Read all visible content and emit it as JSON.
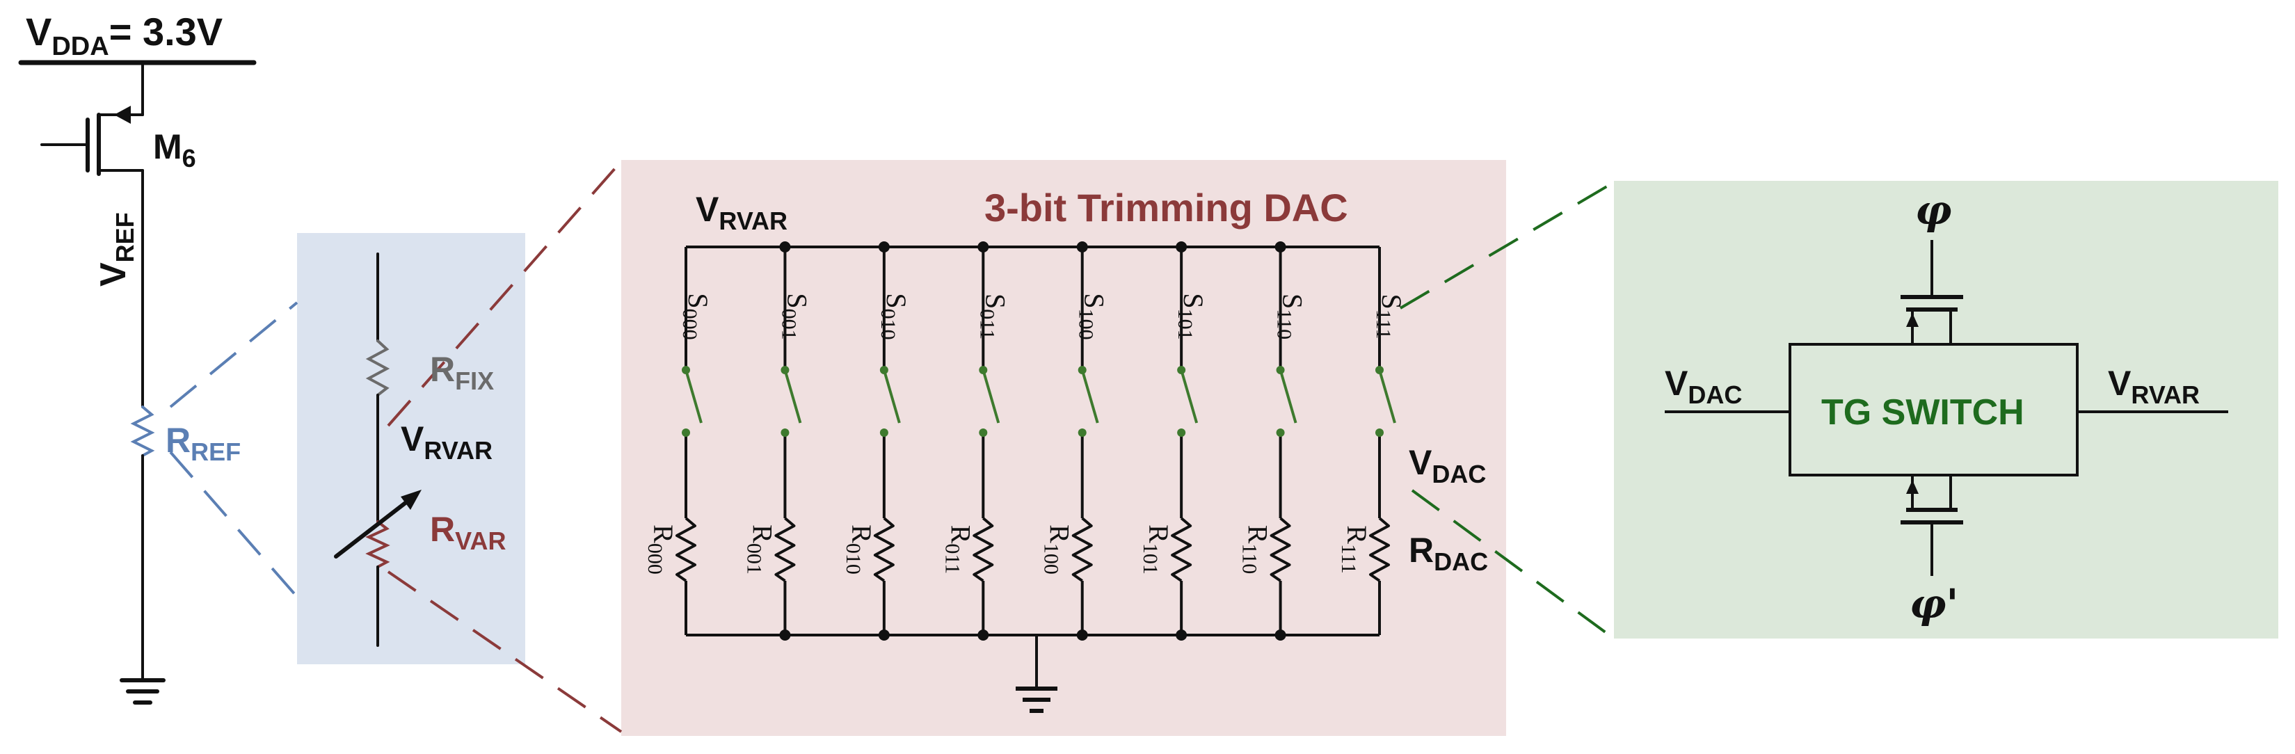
{
  "supply": {
    "main": "V",
    "sub": "DDA",
    "value": "= 3.3V"
  },
  "m6": {
    "main": "M",
    "sub": "6"
  },
  "vref": {
    "main": "V",
    "sub": "REF"
  },
  "rref": {
    "main": "R",
    "sub": "REF"
  },
  "zoom1": {
    "rfix": {
      "main": "R",
      "sub": "FIX"
    },
    "vrvar": {
      "main": "V",
      "sub": "RVAR"
    },
    "rvar": {
      "main": "R",
      "sub": "VAR"
    }
  },
  "dac": {
    "title": "3-bit Trimming DAC",
    "vrvar": {
      "main": "V",
      "sub": "RVAR"
    },
    "vdac": {
      "main": "V",
      "sub": "DAC"
    },
    "rdac": {
      "main": "R",
      "sub": "DAC"
    },
    "codes": [
      "000",
      "001",
      "010",
      "011",
      "100",
      "101",
      "110",
      "111"
    ],
    "switch_prefix": "S",
    "resistor_prefix": "R"
  },
  "tg": {
    "title": "TG SWITCH",
    "vdac": {
      "main": "V",
      "sub": "DAC"
    },
    "vrvar": {
      "main": "V",
      "sub": "RVAR"
    },
    "phi": "φ",
    "phi_bar": "φ'"
  },
  "colors": {
    "black": "#111111",
    "blue": "#5b7fb4",
    "blue_bg": "#dbe3ef",
    "red": "#8b3a3a",
    "red_bg": "#f0e0e0",
    "green": "#1e6b1e",
    "green_bg": "#dce8da",
    "gray": "#6b6b6b",
    "switch_green": "#3e7a2e"
  }
}
